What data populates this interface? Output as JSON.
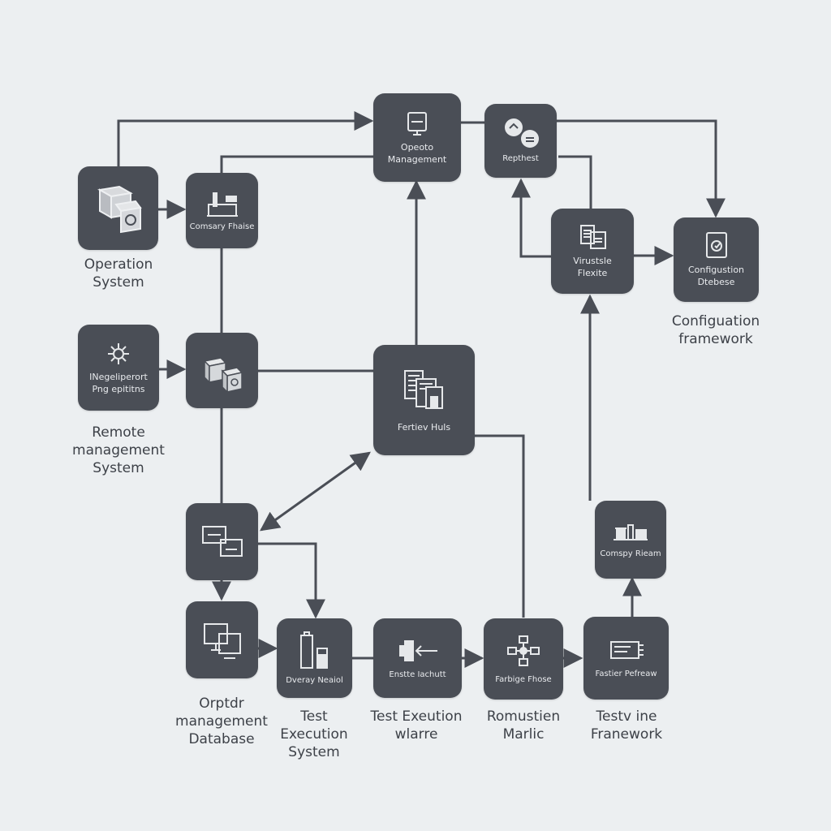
{
  "colors": {
    "background": "#eceff1",
    "node": "#4a4e56",
    "line": "#4a4e56",
    "node_text": "#e9ebee",
    "caption": "#3d4148"
  },
  "nodes": {
    "operation_system": {
      "caption": "Operation\nSystem",
      "icon": "server-boxes-icon"
    },
    "company_fleet": {
      "label": "Comsary Fhaise",
      "icon": "factory-icon"
    },
    "opeoto_management": {
      "label": "Opeoto\nManagement",
      "icon": "monitor-icon"
    },
    "repthest": {
      "label": "Repthest",
      "icon": "gears-icon"
    },
    "virustsle_flexite": {
      "label": "Virustsle\nFlexite",
      "icon": "documents-icon"
    },
    "configuration_database": {
      "label": "Configustion\nDtebese",
      "caption": "Configuation\nframework",
      "icon": "shield-document-icon"
    },
    "remote_management": {
      "label": "INegeliperort\nPng epititns",
      "caption": "Remote\nmanagement\nSystem",
      "icon": "network-gear-icon"
    },
    "factory_boxes": {
      "label": "",
      "icon": "box-stack-icon"
    },
    "fertiev_huls": {
      "label": "Fertiev Huls",
      "icon": "file-stack-icon"
    },
    "monitors_node": {
      "label": "",
      "icon": "dual-monitor-icon"
    },
    "orptdr_database": {
      "caption": "Orptdr\nmanagement\nDatabase",
      "icon": "computer-screens-icon"
    },
    "test_execution_system": {
      "label": "Dveray Neaiol",
      "caption": "Test\nExecution\nSystem",
      "icon": "battery-icon"
    },
    "test_execution_ware": {
      "label": "Enstte Iachutt",
      "caption": "Test Exeution\nwlarre",
      "icon": "connector-arrow-icon"
    },
    "romustien_marlic": {
      "label": "Farbige Fhose",
      "caption": "Romustien\nMarlic",
      "icon": "network-hub-icon"
    },
    "testrv_framework": {
      "label": "Fastier Pefreaw",
      "caption": "Testv ine\nFranework",
      "icon": "tray-icon"
    },
    "company_room": {
      "label": "Comspy Rieam",
      "icon": "industrial-icon"
    }
  }
}
